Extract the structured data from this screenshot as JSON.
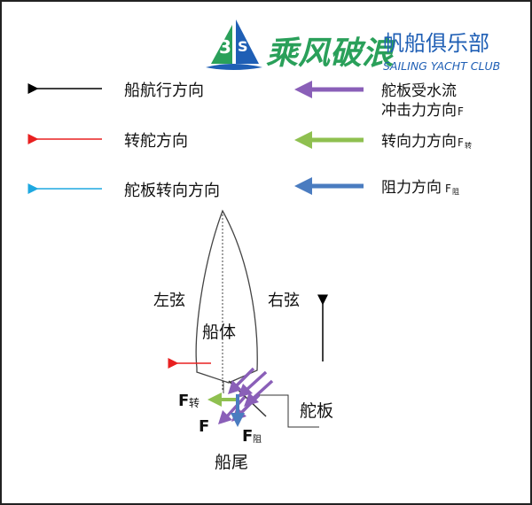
{
  "brand": {
    "name_cn_logo": "乘风破浪",
    "name_cn": "帆船俱乐部",
    "name_en": "SAILING YACHT CLUB",
    "colors": {
      "blue": "#1f5fb5",
      "green": "#2aa05a"
    }
  },
  "legend_left": [
    {
      "label": "船航行方向",
      "color": "#000000"
    },
    {
      "label": "转舵方向",
      "color": "#e82020"
    },
    {
      "label": "舵板转向方向",
      "color": "#1ea8e0"
    }
  ],
  "legend_right": [
    {
      "label_line1": "舵板受水流",
      "label_line2": "冲击力方向",
      "suffix": "F",
      "color": "#8a5fb8"
    },
    {
      "label_line1": "转向力方向",
      "suffix": "F",
      "sub": "转",
      "color": "#8fc050"
    },
    {
      "label_line1": "阻力方向",
      "suffix": "F",
      "sub": "阻",
      "color": "#4a7cc0"
    }
  ],
  "diagram": {
    "left_side": "左弦",
    "right_side": "右弦",
    "hull": "船体",
    "rudder": "舵板",
    "stern": "船尾",
    "force_turn": "F",
    "force_turn_sub": "转",
    "force_main": "F",
    "force_resist": "F",
    "force_resist_sub": "阻"
  }
}
